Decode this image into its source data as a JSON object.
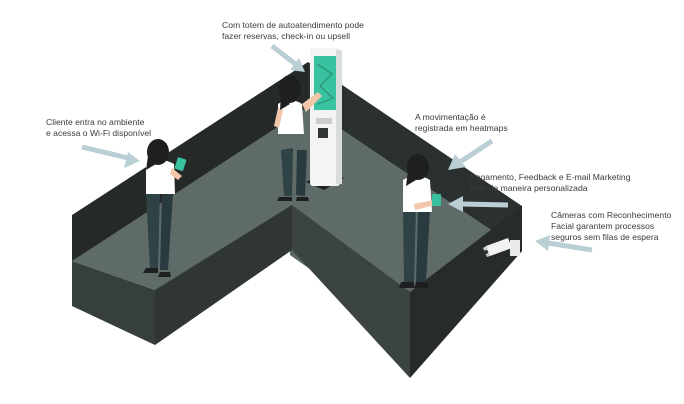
{
  "annotations": {
    "kiosk": {
      "lines": [
        "Com totem de autoatendimento pode",
        "fazer reservas, check-in ou upsell"
      ]
    },
    "wifi": {
      "lines": [
        "Cliente entra no ambiente",
        "e acessa o Wi-Fi disponível"
      ]
    },
    "heatmap": {
      "lines": [
        "A movimentação é",
        "registrada em heatmaps"
      ]
    },
    "payment": {
      "lines": [
        "Pagamento, Feedback e E-mail Marketing",
        "feito de maneira personalizada"
      ]
    },
    "camera": {
      "lines": [
        "Câmeras com Reconhecimento",
        "Facial  garantem processos",
        "seguros sem filas de espera"
      ]
    }
  },
  "colors": {
    "wall_dark": "#252a29",
    "wall_top": "#2f3534",
    "floor": "#5e6b69",
    "floor_front": "#3b4443",
    "arrow": "#b9cfd3",
    "jeans": "#2f4246",
    "hair": "#1e1f21",
    "skin": "#f2c6a9",
    "shirt": "#ffffff",
    "phone": "#39c2a0",
    "kiosk_body": "#f4f4f4",
    "kiosk_screen": "#39c2a0"
  }
}
